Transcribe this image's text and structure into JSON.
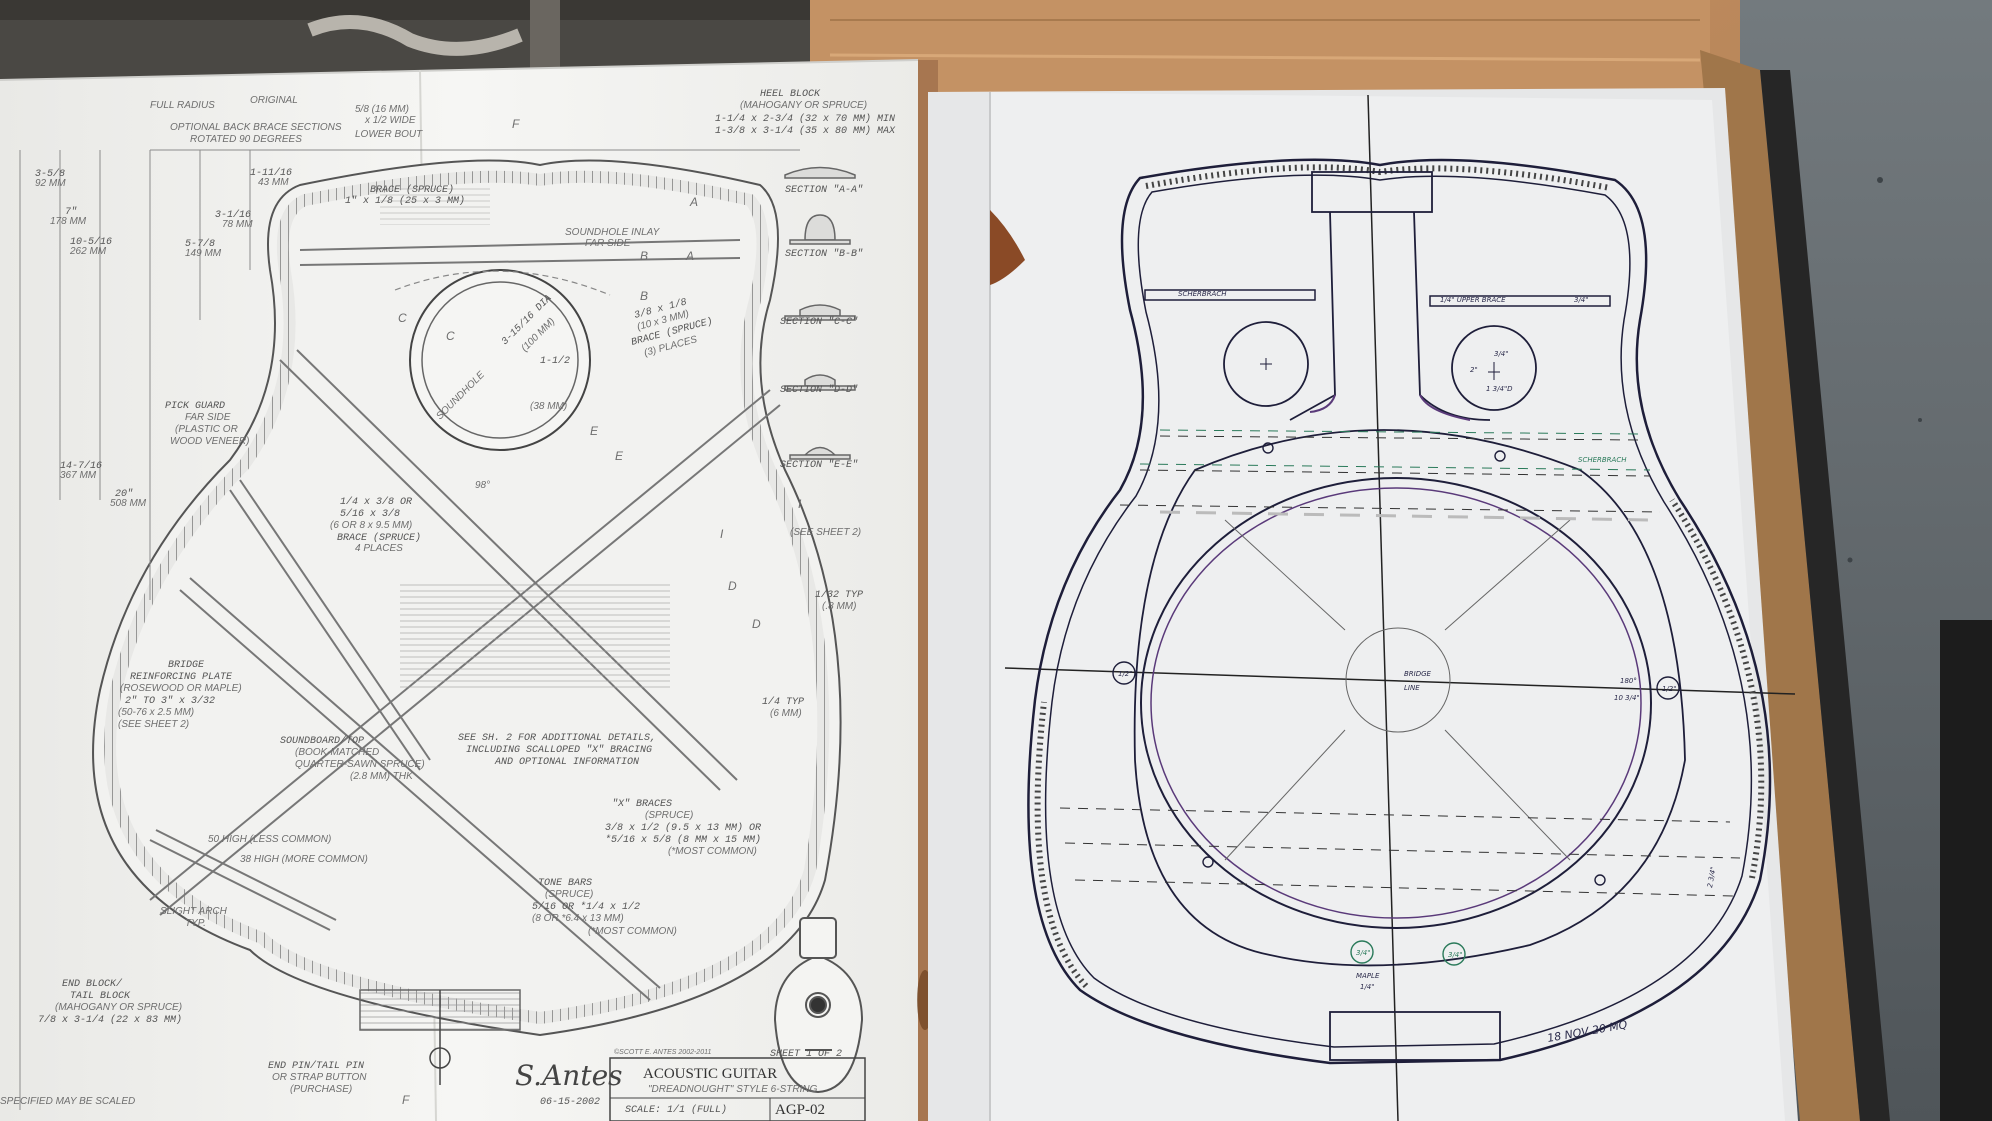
{
  "blueprint": {
    "top_notes": {
      "label_full_radius": "FULL RADIUS",
      "label_original": "ORIGINAL",
      "dim_5_8": "5/8 (16 MM)",
      "dim_1_2_wide": "x 1/2 WIDE",
      "note_optional_braces": "OPTIONAL BACK BRACE SECTIONS",
      "note_rotated": "ROTATED 90 DEGREES",
      "note_lower_bout": "LOWER BOUT"
    },
    "heel_block": {
      "title": "HEEL BLOCK",
      "material": "(MAHOGANY OR SPRUCE)",
      "dim_min": "1-1/4 x 2-3/4 (32 x 70 MM) MIN",
      "dim_max": "1-3/8 x 3-1/4 (35 x 80 MM) MAX"
    },
    "sections": [
      "SECTION \"A-A\"",
      "SECTION \"B-B\"",
      "SECTION \"C-C\"",
      "SECTION \"D-D\"",
      "SECTION \"E-E\""
    ],
    "dimensions": [
      {
        "value": "3-5/8",
        "mm": "92 MM"
      },
      {
        "value": "7\"",
        "mm": "178 MM"
      },
      {
        "value": "10-5/16",
        "mm": "262 MM"
      },
      {
        "value": "14-7/16",
        "mm": "367 MM"
      },
      {
        "value": "20\"",
        "mm": "508 MM"
      },
      {
        "value": "1-11/16",
        "mm": "43 MM"
      },
      {
        "value": "3-1/16",
        "mm": "78 MM"
      },
      {
        "value": "5-7/8",
        "mm": "149 MM"
      }
    ],
    "brace_top": {
      "title": "BRACE (SPRUCE)",
      "dim": "1\" x 1/8 (25 x 3 MM)"
    },
    "soundhole_inlay": {
      "line1": "SOUNDHOLE INLAY",
      "line2": "FAR SIDE"
    },
    "soundhole_dia": "3-15/16 DIA",
    "soundhole_mm": "(100 MM)",
    "soundhole_label": "SOUNDHOLE",
    "soundhole_offset": "1-1/2",
    "soundhole_offset_mm": "(38 MM)",
    "brace_3_8": {
      "dim": "3/8 x 1/8",
      "mm": "(10 x 3 MM)",
      "title": "BRACE (SPRUCE)",
      "count": "(3) PLACES"
    },
    "pick_guard": {
      "title": "PICK GUARD",
      "side": "FAR SIDE",
      "mat": "(PLASTIC OR",
      "mat2": "WOOD VENEER)"
    },
    "angle": "98°",
    "brace_1_4": {
      "dim1": "1/4 x 3/8 OR",
      "dim2": "5/16 x 3/8",
      "mm": "(6 OR 8 x 9.5 MM)",
      "title": "BRACE (SPRUCE)",
      "count": "4 PLACES"
    },
    "see_sheet_2": "(SEE SHEET 2)",
    "thickness_1_32": "1/32 TYP",
    "thickness_1_32_mm": "(.8 MM)",
    "thickness_1_4": "1/4 TYP",
    "thickness_1_4_mm": "(6 MM)",
    "bridge_plate": {
      "title1": "BRIDGE",
      "title2": "REINFORCING PLATE",
      "mat": "(ROSEWOOD OR MAPLE)",
      "dim": "2\" TO 3\" x 3/32",
      "mm": "(50-76 x 2.5 MM)",
      "see": "(SEE SHEET 2)"
    },
    "soundboard": {
      "title": "SOUNDBOARD/TOP",
      "mat1": "(BOOK-MATCHED",
      "mat2": "QUARTER-SAWN SPRUCE)",
      "thk": "(2.8 MM) THK"
    },
    "see_sh2": {
      "line1": "SEE SH. 2 FOR ADDITIONAL DETAILS,",
      "line2": "INCLUDING SCALLOPED \"X\" BRACING",
      "line3": "AND OPTIONAL INFORMATION"
    },
    "x_braces": {
      "title": "\"X\" BRACES",
      "mat": "(SPRUCE)",
      "dim1": "3/8 x 1/2 (9.5 x 13 MM) OR",
      "dim2": "*5/16 x 5/8 (8 MM x 15 MM)",
      "note": "(*MOST COMMON)"
    },
    "tone_bars": {
      "title": "TONE BARS",
      "mat": "(SPRUCE)",
      "dim1": "5/16 OR *1/4 x 1/2",
      "dim2": "(8 OR *6.4 x 13 MM)",
      "note": "(*MOST COMMON)"
    },
    "high_50": "50 HIGH (LESS COMMON)",
    "high_38": "38 HIGH (MORE COMMON)",
    "slight_arch": "SLIGHT ARCH",
    "typ": "TYP.",
    "end_block": {
      "t1": "END BLOCK/",
      "t2": "TAIL BLOCK",
      "mat": "(MAHOGANY OR SPRUCE)",
      "dim": "7/8 x 3-1/4 (22 x 83 MM)"
    },
    "end_pin": {
      "t1": "END PIN/TAIL PIN",
      "t2": "OR STRAP BUTTON",
      "t3": "(PURCHASE)"
    },
    "bottom_note": "SPECIFIED MAY BE SCALED",
    "signature": "S.Antes",
    "date": "06-15-2002",
    "copyright": "©SCOTT E. ANTES 2002-2011",
    "title_block": {
      "sheet": "SHEET 1 OF 2",
      "title": "ACOUSTIC GUITAR",
      "subtitle": "\"DREADNOUGHT\" STYLE 6-STRING",
      "scale": "SCALE: 1/1 (FULL)",
      "dwg": "AGP-02"
    },
    "section_markers": [
      "A",
      "A",
      "B",
      "B",
      "C",
      "C",
      "E",
      "E",
      "I",
      "I",
      "D",
      "D",
      "F",
      "F"
    ]
  },
  "tracing": {
    "label_left_brace": "SCHERBRACH",
    "label_right_brace": "1/4\" UPPER BRACE",
    "label_right_hole_a": "3/4\"",
    "label_right_hole_b": "2\"",
    "label_right_hole_c": "1 3/4\"D",
    "label_right_top": "3/4\"",
    "label_right_mid": "SCHERBRACH",
    "label_bridge": "BRIDGE",
    "label_line": "LINE",
    "label_right_dim1": "180°",
    "label_right_dim2": "10 3/4\"",
    "label_left_circle": "1/2\"",
    "label_right_circle": "1/2\"",
    "label_bottom_left_circle": "3/4\"",
    "label_bottom_right_circle": "3/4\"",
    "label_maple": "MAPLE",
    "label_maple_dim": "1/4\"",
    "label_signature": "18 NOV 20 MQ",
    "label_right_lower": "2 3/4\""
  },
  "colors": {
    "wood": "#b8865a",
    "wood_dark": "#8e5f36",
    "paper": "#f4f4f2",
    "board": "#ecedee",
    "concrete": "#5d6468",
    "ink": "#2b2b4e",
    "purple_ink": "#5a3a7a",
    "green_ink": "#2a7a5a",
    "blueprint_line": "#8a8a8a"
  }
}
